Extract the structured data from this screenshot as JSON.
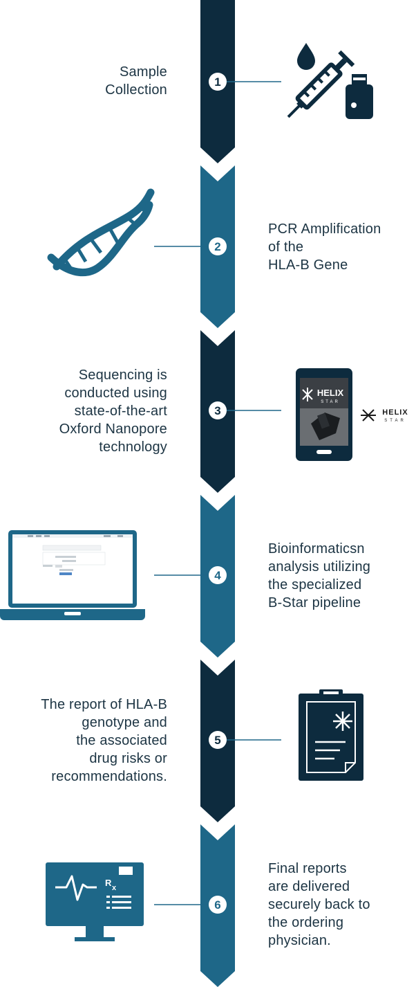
{
  "colors": {
    "dark": "#0d2b3e",
    "teal": "#1e6788",
    "line": "#1e6788",
    "white": "#ffffff"
  },
  "steps": [
    {
      "number": "1",
      "lines": [
        "Sample",
        "Collection"
      ],
      "icon": "syringe-bottle-icon"
    },
    {
      "number": "2",
      "lines": [
        "PCR Amplification",
        "of the",
        "HLA-B Gene"
      ],
      "icon": "dna-helix-icon"
    },
    {
      "number": "3",
      "lines": [
        "Sequencing is",
        "conducted using",
        "state-of-the-art",
        "Oxford Nanopore",
        "technology"
      ],
      "icon": "smartphone-icon"
    },
    {
      "number": "4",
      "lines": [
        "Bioinformaticsn",
        "analysis utilizing",
        "the specialized",
        "B-Star pipeline"
      ],
      "icon": "laptop-icon"
    },
    {
      "number": "5",
      "lines": [
        "The report of HLA-B",
        "genotype and",
        "the associated",
        "drug risks or",
        "recommendations."
      ],
      "icon": "clipboard-report-icon"
    },
    {
      "number": "6",
      "lines": [
        "Final reports",
        "are delivered",
        "securely back to",
        "the ordering",
        "physician."
      ],
      "icon": "monitor-prescription-icon"
    }
  ],
  "logo": {
    "name": "HELIX",
    "sub": "STAR"
  }
}
